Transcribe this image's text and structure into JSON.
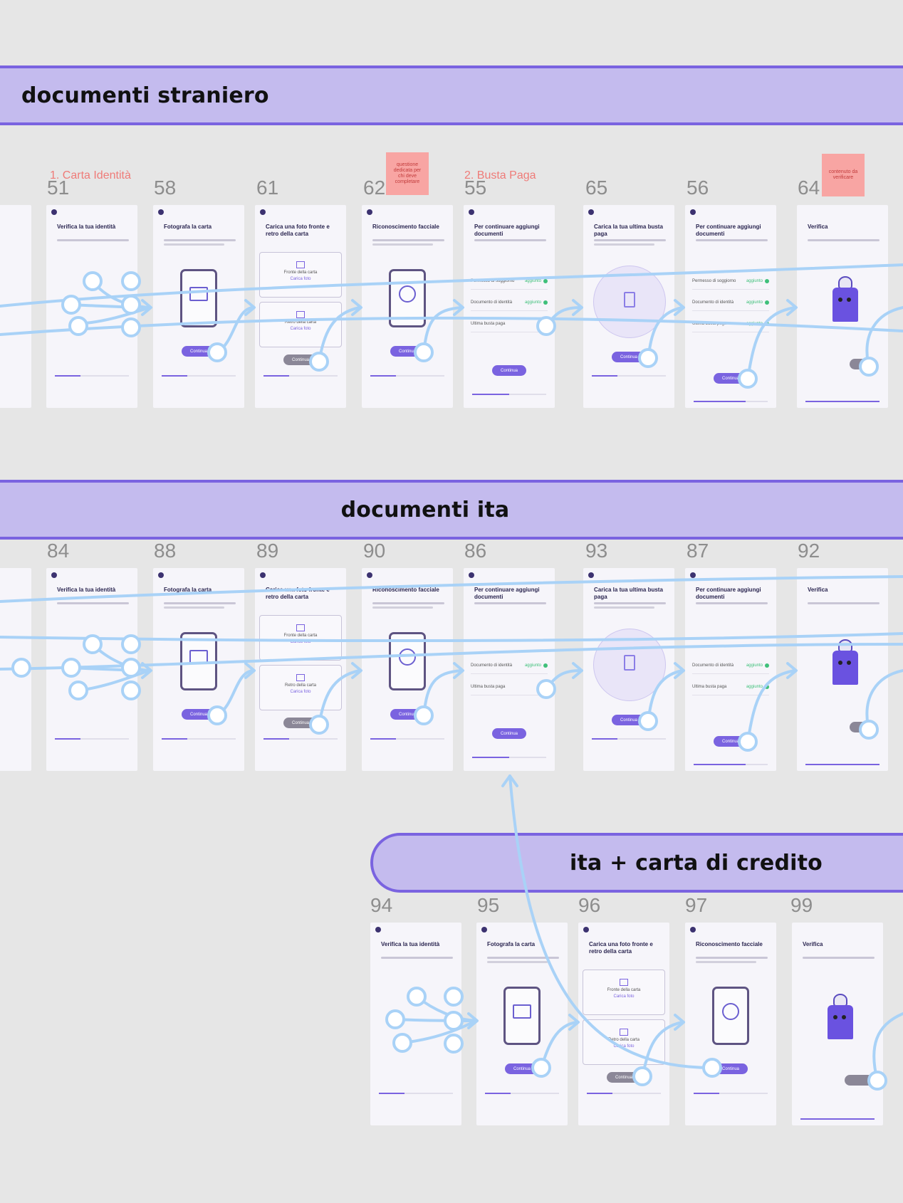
{
  "banners": {
    "straniero": "documenti straniero",
    "ita": "documenti ita",
    "credito": "ita + carta di credito"
  },
  "section_labels": {
    "carta": "1. Carta Identità",
    "busta": "2. Busta Paga"
  },
  "stickies": {
    "first": "questione dedicata per chi deve completare",
    "second": "contenuto da verificare"
  },
  "frame_numbers": {
    "row1": [
      "51",
      "58",
      "61",
      "62",
      "55",
      "65",
      "56",
      "64"
    ],
    "row2": [
      "84",
      "88",
      "89",
      "90",
      "86",
      "93",
      "87",
      "92"
    ],
    "row3": [
      "94",
      "95",
      "96",
      "97",
      "99"
    ]
  },
  "screens": {
    "verifica_identita": "Verifica la tua identità",
    "fotografa": "Fotografa la carta",
    "carica_fronte_retro": "Carica una foto fronte e retro della carta",
    "riconoscimento": "Riconoscimento facciale",
    "per_continuare": "Per continuare aggiungi documenti",
    "carica_busta": "Carica la tua ultima busta paga",
    "verifica": "Verifica",
    "fronte": "Fronte della carta",
    "retro": "Retro della carta",
    "carica_link": "Carica foto",
    "continua": "Continua",
    "permesso": "Permesso di soggiorno",
    "documento": "Documento di identità",
    "ultima_busta": "Ultima busta paga",
    "aggiunto": "aggiunto"
  },
  "colors": {
    "banner_fill": "#c4bbee",
    "banner_border": "#7a63e0",
    "flow_line": "#a9d2f7",
    "frame_number": "#8d8d8d",
    "section_label": "#ef7b78"
  }
}
